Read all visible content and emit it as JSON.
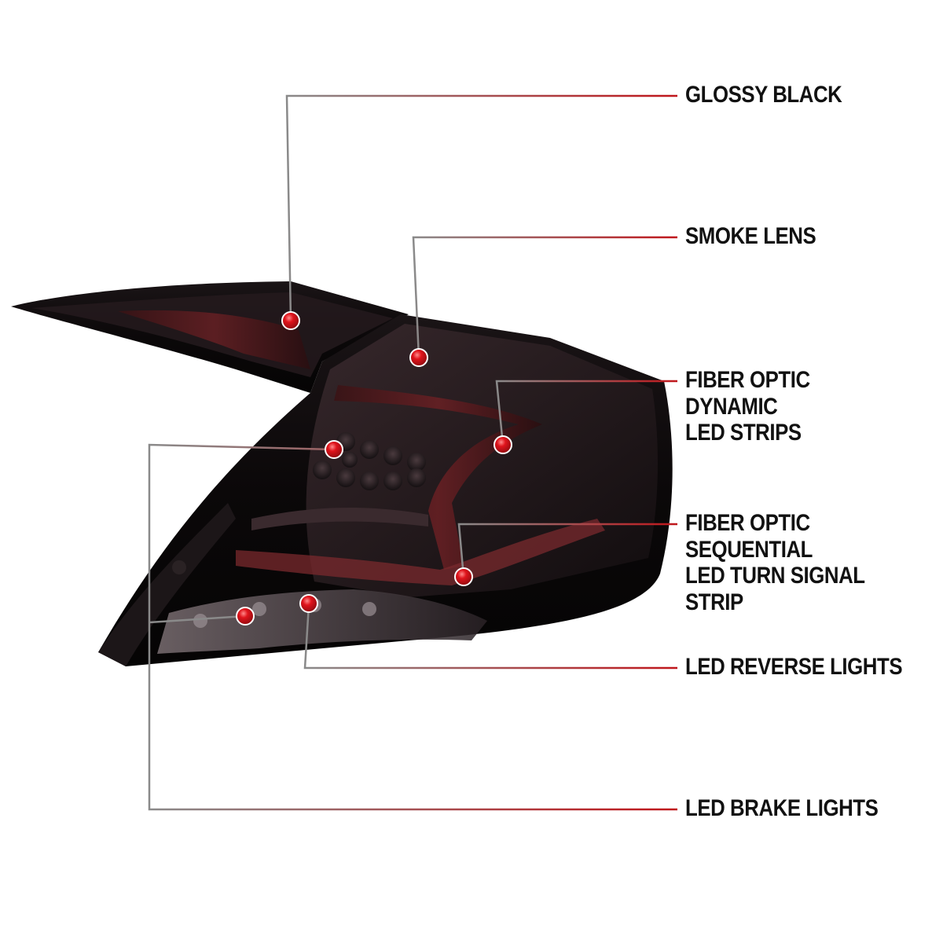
{
  "colors": {
    "background": "#ffffff",
    "leader_line_start": "#8a8a8a",
    "leader_line_end": "#c0161b",
    "marker_red": "#e0141c",
    "label_text": "#111111",
    "housing_black": "#0d0a0b",
    "smoke_lens": "#2a1a1e",
    "red_strip": "#5a1a1c"
  },
  "product": {
    "subject": "smoked LED tail light assembly",
    "icon": "tail-light-illustration"
  },
  "callouts": [
    {
      "id": "glossy-black",
      "label": "GLOSSY BLACK"
    },
    {
      "id": "smoke-lens",
      "label": "SMOKE LENS"
    },
    {
      "id": "fiber-optic-dynamic",
      "label": "FIBER OPTIC DYNAMIC\nLED STRIPS"
    },
    {
      "id": "fiber-optic-sequential",
      "label": "FIBER OPTIC SEQUENTIAL\nLED TURN SIGNAL STRIP"
    },
    {
      "id": "led-reverse",
      "label": "LED REVERSE LIGHTS"
    },
    {
      "id": "led-brake",
      "label": "LED BRAKE LIGHTS"
    }
  ]
}
